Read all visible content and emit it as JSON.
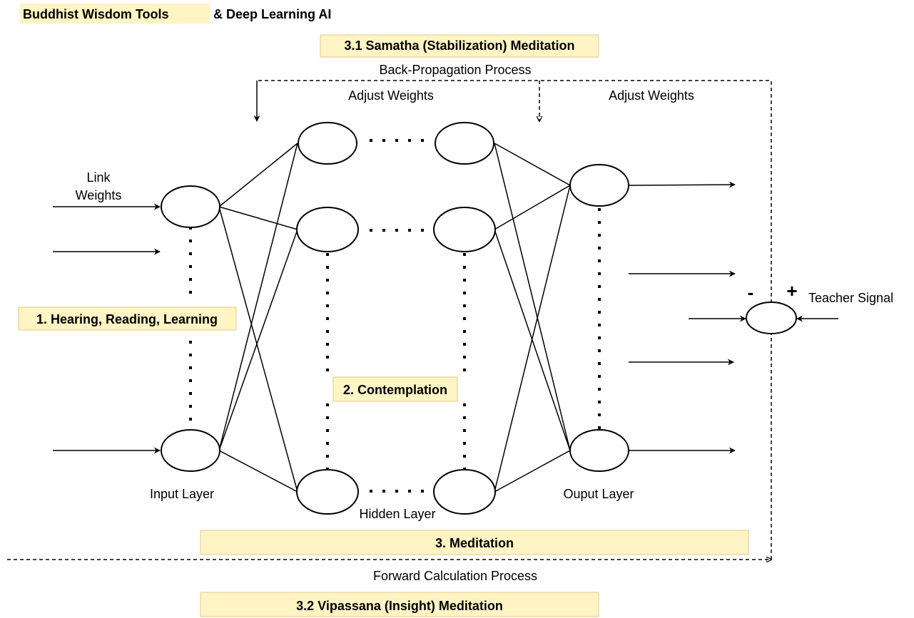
{
  "title": {
    "highlighted": "Buddhist Wisdom Tools",
    "rest": " & Deep Learning AI"
  },
  "boxes": {
    "samatha": "3.1 Samatha (Stabilization) Meditation",
    "hearing": "1. Hearing, Reading, Learning",
    "contemplation": "2. Contemplation",
    "meditation": "3. Meditation",
    "vipassana": "3.2 Vipassana (Insight) Meditation"
  },
  "labels": {
    "back_propagation": "Back-Propagation Process",
    "adjust_weights_1": "Adjust Weights",
    "adjust_weights_2": "Adjust Weights",
    "link_weights_line1": "Link",
    "link_weights_line2": "Weights",
    "input_layer": "Input Layer",
    "hidden_layer": "Hidden Layer",
    "output_layer": "Ouput Layer",
    "teacher_signal": "Teacher Signal",
    "minus": "-",
    "plus": "+",
    "forward_calculation": "Forward Calculation Process"
  }
}
